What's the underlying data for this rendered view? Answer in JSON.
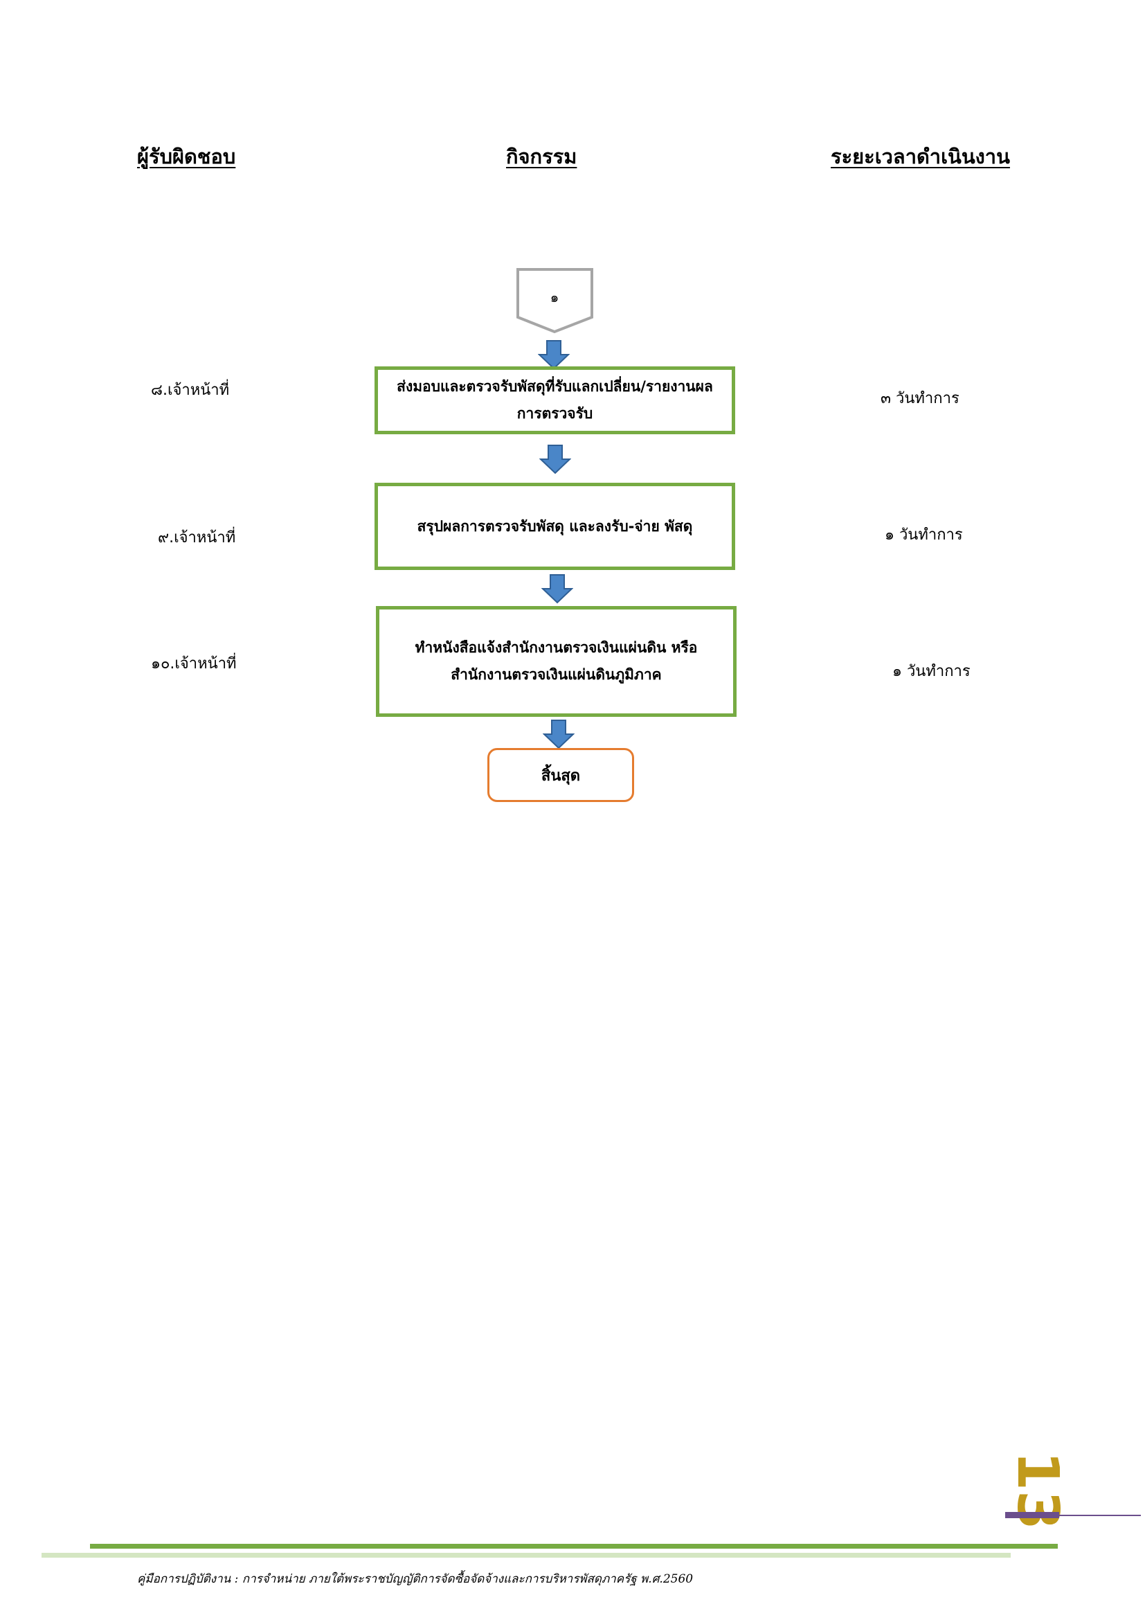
{
  "headers": {
    "responsible": "ผู้รับผิดชอบ",
    "activity": "กิจกรรม",
    "duration": "ระยะเวลาดำเนินงาน"
  },
  "connector": {
    "label": "๑"
  },
  "steps": [
    {
      "responsible": "๘.เจ้าหน้าที่",
      "activity_line1": "ส่งมอบและตรวจรับพัสดุที่รับแลกเปลี่ยน/รายงานผล",
      "activity_line2": "การตรวจรับ",
      "duration": "๓  วันทำการ"
    },
    {
      "responsible": "๙.เจ้าหน้าที่",
      "activity_line1": "สรุปผลการตรวจรับพัสดุ  และลงรับ-จ่าย พัสดุ",
      "duration": "๑  วันทำการ"
    },
    {
      "responsible": "๑๐.เจ้าหน้าที่",
      "activity_line1": "ทำหนังสือแจ้งสำนักงานตรวจเงินแผ่นดิน หรือ",
      "activity_line2": "สำนักงานตรวจเงินแผ่นดินภูมิภาค",
      "duration": "๑  วันทำการ"
    }
  ],
  "end_label": "สิ้นสุด",
  "page_number": "13",
  "footer": "คู่มือการปฏิบัติงาน :  การจำหน่าย ภายใต้พระราชบัญญัติการจัดซื้อจัดจ้างและการบริหารพัสดุภาครัฐ พ.ศ.2560",
  "colors": {
    "box_border": "#77ab43",
    "end_border": "#e57c2f",
    "arrow_fill": "#4a86c8",
    "page_number": "#c19a1b",
    "footer_line_dark": "#77ab43",
    "footer_line_light": "#d4e6c2",
    "accent_purple": "#6b4e8c"
  }
}
